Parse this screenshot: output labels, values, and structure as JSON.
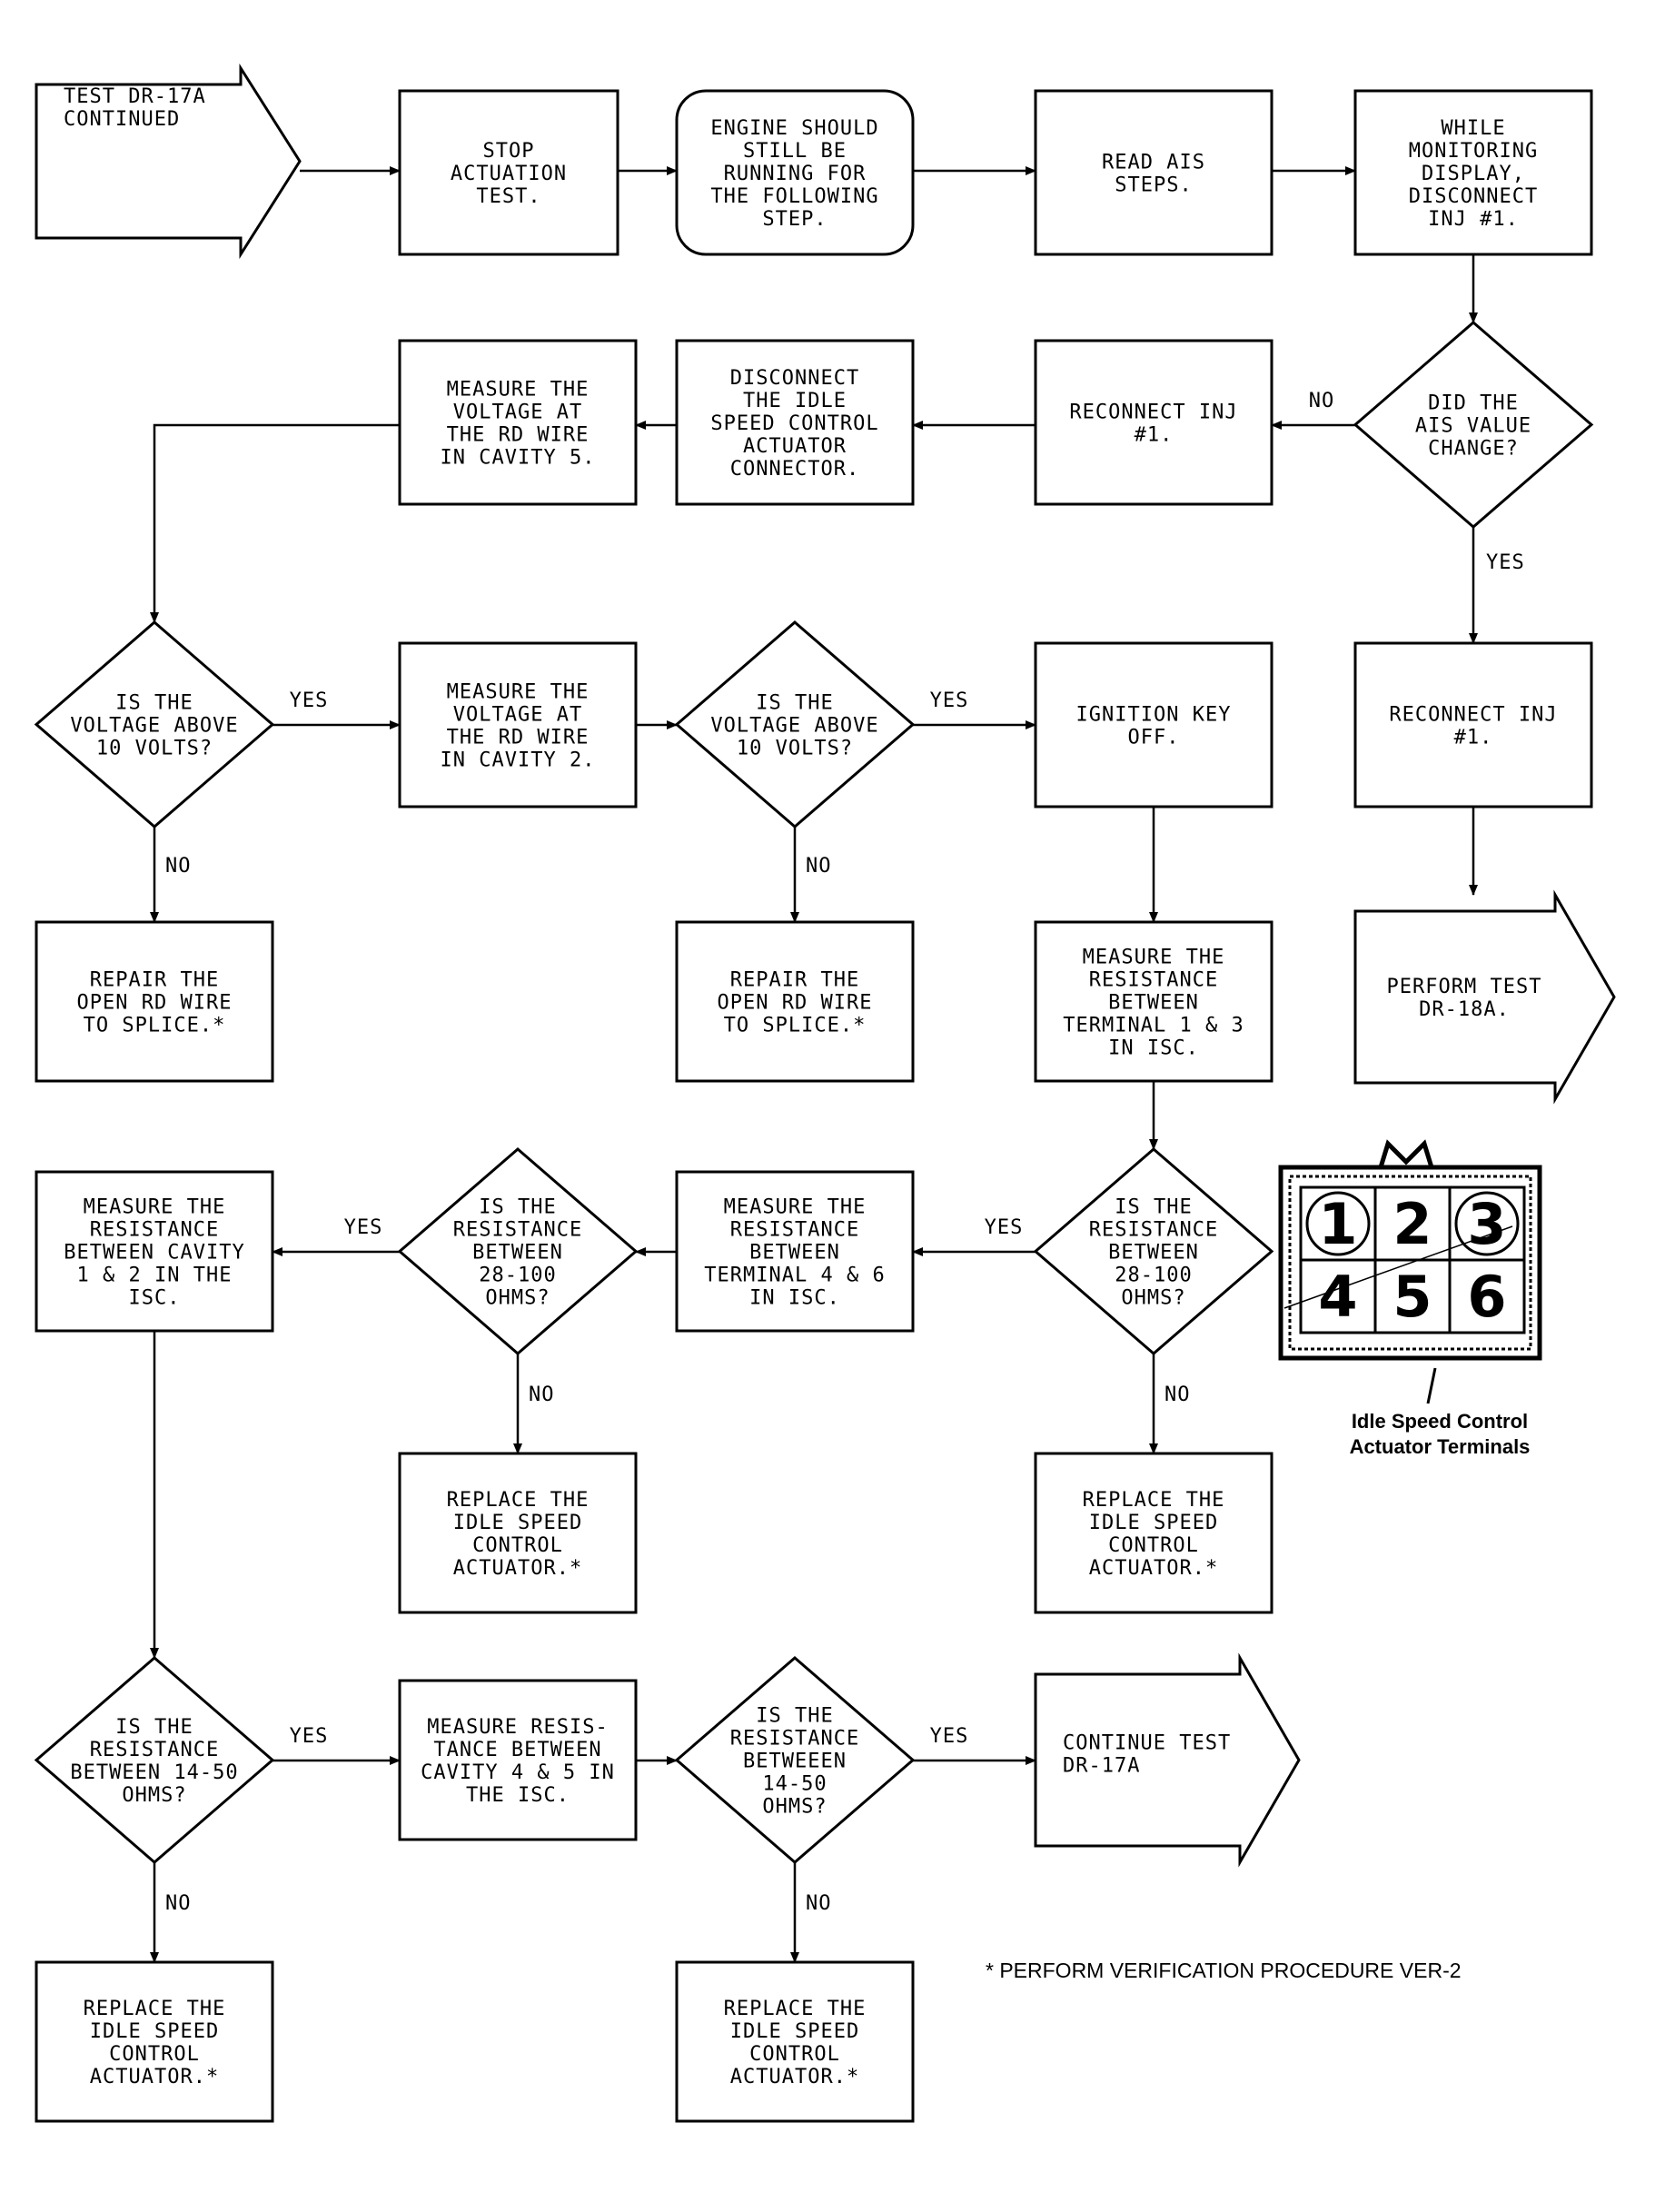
{
  "flowchart": {
    "nodes": [
      {
        "id": "start",
        "shape": "arrow-right",
        "lines": [
          "TEST DR-17A",
          "CONTINUED"
        ]
      },
      {
        "id": "stop_actuation",
        "shape": "rect",
        "lines": [
          "STOP",
          "ACTUATION",
          "TEST."
        ]
      },
      {
        "id": "engine_running",
        "shape": "rounded",
        "lines": [
          "ENGINE SHOULD",
          "STILL BE",
          "RUNNING FOR",
          "THE FOLLOWING",
          "STEP."
        ]
      },
      {
        "id": "read_ais",
        "shape": "rect",
        "lines": [
          "READ AIS",
          "STEPS."
        ]
      },
      {
        "id": "disconnect_inj",
        "shape": "rect",
        "lines": [
          "WHILE",
          "MONITORING",
          "DISPLAY,",
          "DISCONNECT",
          "INJ #1."
        ]
      },
      {
        "id": "ais_changed",
        "shape": "diamond",
        "lines": [
          "DID THE",
          "AIS VALUE",
          "CHANGE?"
        ]
      },
      {
        "id": "reconnect_no",
        "shape": "rect",
        "lines": [
          "RECONNECT INJ",
          "#1."
        ]
      },
      {
        "id": "disconnect_isc",
        "shape": "rect",
        "lines": [
          "DISCONNECT",
          "THE IDLE",
          "SPEED CONTROL",
          "ACTUATOR",
          "CONNECTOR."
        ]
      },
      {
        "id": "measure_cav5",
        "shape": "rect",
        "lines": [
          "MEASURE THE",
          "VOLTAGE AT",
          "THE RD WIRE",
          "IN CAVITY 5."
        ]
      },
      {
        "id": "reconnect_yes",
        "shape": "rect",
        "lines": [
          "RECONNECT INJ",
          "#1."
        ]
      },
      {
        "id": "perform_18a",
        "shape": "arrow-right",
        "lines": [
          "PERFORM TEST",
          "DR-18A."
        ]
      },
      {
        "id": "volt_check_1",
        "shape": "diamond",
        "lines": [
          "IS THE",
          "VOLTAGE ABOVE",
          "10 VOLTS?"
        ]
      },
      {
        "id": "measure_cav2",
        "shape": "rect",
        "lines": [
          "MEASURE THE",
          "VOLTAGE AT",
          "THE RD WIRE",
          "IN CAVITY 2."
        ]
      },
      {
        "id": "volt_check_2",
        "shape": "diamond",
        "lines": [
          "IS THE",
          "VOLTAGE ABOVE",
          "10 VOLTS?"
        ]
      },
      {
        "id": "ign_off",
        "shape": "rect",
        "lines": [
          "IGNITION KEY",
          "OFF."
        ]
      },
      {
        "id": "repair_1",
        "shape": "rect",
        "lines": [
          "REPAIR THE",
          "OPEN RD WIRE",
          "TO SPLICE.*"
        ]
      },
      {
        "id": "repair_2",
        "shape": "rect",
        "lines": [
          "REPAIR THE",
          "OPEN RD WIRE",
          "TO SPLICE.*"
        ]
      },
      {
        "id": "meas_t13",
        "shape": "rect",
        "lines": [
          "MEASURE THE",
          "RESISTANCE",
          "BETWEEN",
          "TERMINAL 1 & 3",
          "IN ISC."
        ]
      },
      {
        "id": "res_check_a",
        "shape": "diamond",
        "lines": [
          "IS THE",
          "RESISTANCE",
          "BETWEEN",
          "28-100",
          "OHMS?"
        ]
      },
      {
        "id": "meas_t46",
        "shape": "rect",
        "lines": [
          "MEASURE THE",
          "RESISTANCE",
          "BETWEEN",
          "TERMINAL 4 & 6",
          "IN ISC."
        ]
      },
      {
        "id": "res_check_b",
        "shape": "diamond",
        "lines": [
          "IS THE",
          "RESISTANCE",
          "BETWEEN",
          "28-100",
          "OHMS?"
        ]
      },
      {
        "id": "meas_c12",
        "shape": "rect",
        "lines": [
          "MEASURE THE",
          "RESISTANCE",
          "BETWEEN CAVITY",
          "1 & 2 IN THE",
          "ISC."
        ]
      },
      {
        "id": "replace_b",
        "shape": "rect",
        "lines": [
          "REPLACE THE",
          "IDLE SPEED",
          "CONTROL",
          "ACTUATOR.*"
        ]
      },
      {
        "id": "replace_a",
        "shape": "rect",
        "lines": [
          "REPLACE THE",
          "IDLE SPEED",
          "CONTROL",
          "ACTUATOR.*"
        ]
      },
      {
        "id": "res_check_c",
        "shape": "diamond",
        "lines": [
          "IS THE",
          "RESISTANCE",
          "BETWEEN 14-50",
          "OHMS?"
        ]
      },
      {
        "id": "meas_c45",
        "shape": "rect",
        "lines": [
          "MEASURE RESIS-",
          "TANCE BETWEEN",
          "CAVITY 4 & 5 IN",
          "THE ISC."
        ]
      },
      {
        "id": "res_check_d",
        "shape": "diamond",
        "lines": [
          "IS THE",
          "RESISTANCE",
          "BETWEEEN",
          "14-50",
          "OHMS?"
        ]
      },
      {
        "id": "continue_17a",
        "shape": "arrow-right",
        "lines": [
          "CONTINUE TEST",
          "DR-17A"
        ]
      },
      {
        "id": "replace_c",
        "shape": "rect",
        "lines": [
          "REPLACE THE",
          "IDLE SPEED",
          "CONTROL",
          "ACTUATOR.*"
        ]
      },
      {
        "id": "replace_d",
        "shape": "rect",
        "lines": [
          "REPLACE THE",
          "IDLE SPEED",
          "CONTROL",
          "ACTUATOR.*"
        ]
      }
    ],
    "edges": [
      {
        "id": "e1",
        "from": "start",
        "to": "stop_actuation",
        "label": ""
      },
      {
        "id": "e2",
        "from": "stop_actuation",
        "to": "engine_running",
        "label": ""
      },
      {
        "id": "e3",
        "from": "engine_running",
        "to": "read_ais",
        "label": ""
      },
      {
        "id": "e4",
        "from": "read_ais",
        "to": "disconnect_inj",
        "label": ""
      },
      {
        "id": "e5",
        "from": "disconnect_inj",
        "to": "ais_changed",
        "label": ""
      },
      {
        "id": "e6",
        "from": "ais_changed",
        "to": "reconnect_no",
        "label": "NO"
      },
      {
        "id": "e7",
        "from": "ais_changed",
        "to": "reconnect_yes",
        "label": "YES"
      },
      {
        "id": "e8",
        "from": "reconnect_yes",
        "to": "perform_18a",
        "label": ""
      },
      {
        "id": "e9",
        "from": "reconnect_no",
        "to": "disconnect_isc",
        "label": ""
      },
      {
        "id": "e10",
        "from": "disconnect_isc",
        "to": "measure_cav5",
        "label": ""
      },
      {
        "id": "e11",
        "from": "measure_cav5",
        "to": "volt_check_1",
        "label": ""
      },
      {
        "id": "e12",
        "from": "volt_check_1",
        "to": "measure_cav2",
        "label": "YES"
      },
      {
        "id": "e13",
        "from": "volt_check_1",
        "to": "repair_1",
        "label": "NO"
      },
      {
        "id": "e14",
        "from": "measure_cav2",
        "to": "volt_check_2",
        "label": ""
      },
      {
        "id": "e15",
        "from": "volt_check_2",
        "to": "ign_off",
        "label": "YES"
      },
      {
        "id": "e16",
        "from": "volt_check_2",
        "to": "repair_2",
        "label": "NO"
      },
      {
        "id": "e17",
        "from": "ign_off",
        "to": "meas_t13",
        "label": ""
      },
      {
        "id": "e18",
        "from": "meas_t13",
        "to": "res_check_a",
        "label": ""
      },
      {
        "id": "e19",
        "from": "res_check_a",
        "to": "meas_t46",
        "label": "YES"
      },
      {
        "id": "e20",
        "from": "res_check_a",
        "to": "replace_a",
        "label": "NO"
      },
      {
        "id": "e21",
        "from": "meas_t46",
        "to": "res_check_b",
        "label": ""
      },
      {
        "id": "e22",
        "from": "res_check_b",
        "to": "meas_c12",
        "label": "YES"
      },
      {
        "id": "e23",
        "from": "res_check_b",
        "to": "replace_b",
        "label": "NO"
      },
      {
        "id": "e24",
        "from": "meas_c12",
        "to": "res_check_c",
        "label": ""
      },
      {
        "id": "e25",
        "from": "res_check_c",
        "to": "meas_c45",
        "label": "YES"
      },
      {
        "id": "e26",
        "from": "res_check_c",
        "to": "replace_c",
        "label": "NO"
      },
      {
        "id": "e27",
        "from": "meas_c45",
        "to": "res_check_d",
        "label": ""
      },
      {
        "id": "e28",
        "from": "res_check_d",
        "to": "continue_17a",
        "label": "YES"
      },
      {
        "id": "e29",
        "from": "res_check_d",
        "to": "replace_d",
        "label": "NO"
      }
    ]
  },
  "connector": {
    "terminals": [
      "1",
      "2",
      "3",
      "4",
      "5",
      "6"
    ],
    "circled": [
      "1",
      "3"
    ],
    "caption_lines": [
      "Idle Speed Control",
      "Actuator Terminals"
    ]
  },
  "footnote": "* PERFORM VERIFICATION PROCEDURE VER-2"
}
